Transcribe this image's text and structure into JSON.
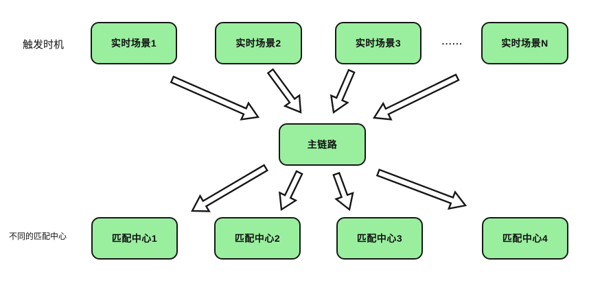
{
  "diagram": {
    "row_labels": {
      "top": "触发时机",
      "bottom": "不同的匹配中心"
    },
    "ellipsis": "......",
    "nodes": [
      {
        "id": "scene-1",
        "label": "实时场景1",
        "row": "top"
      },
      {
        "id": "scene-2",
        "label": "实时场景2",
        "row": "top"
      },
      {
        "id": "scene-3",
        "label": "实时场景3",
        "row": "top"
      },
      {
        "id": "scene-n",
        "label": "实时场景N",
        "row": "top"
      },
      {
        "id": "main-link",
        "label": "主链路",
        "row": "middle"
      },
      {
        "id": "match-1",
        "label": "匹配中心1",
        "row": "bottom"
      },
      {
        "id": "match-2",
        "label": "匹配中心2",
        "row": "bottom"
      },
      {
        "id": "match-3",
        "label": "匹配中心3",
        "row": "bottom"
      },
      {
        "id": "match-4",
        "label": "匹配中心4",
        "row": "bottom"
      }
    ],
    "edges": [
      {
        "from": "scene-1",
        "to": "main-link"
      },
      {
        "from": "scene-2",
        "to": "main-link"
      },
      {
        "from": "scene-3",
        "to": "main-link"
      },
      {
        "from": "scene-n",
        "to": "main-link"
      },
      {
        "from": "main-link",
        "to": "match-1"
      },
      {
        "from": "main-link",
        "to": "match-2"
      },
      {
        "from": "main-link",
        "to": "match-3"
      },
      {
        "from": "main-link",
        "to": "match-4"
      }
    ],
    "colors": {
      "background": "#ffffff",
      "node_fill": "#9aef9f",
      "node_border": "#161616",
      "node_text": "#111111",
      "arrow_fill": "#ffffff",
      "arrow_stroke": "#161616",
      "label_text": "#111111"
    }
  }
}
